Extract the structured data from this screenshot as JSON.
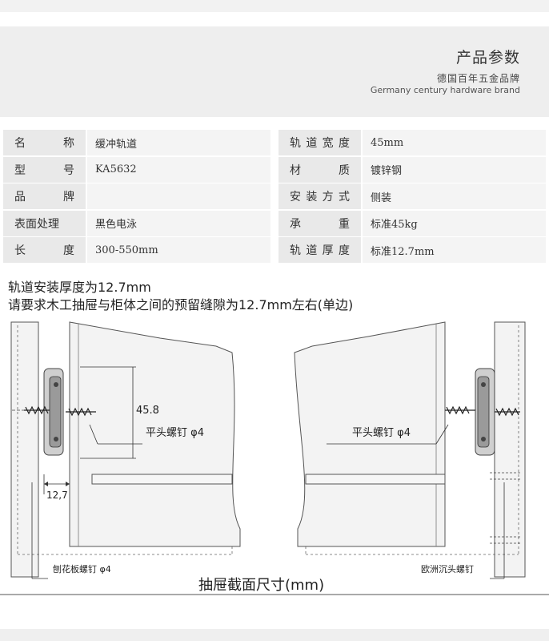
{
  "header": {
    "title": "产品参数",
    "subtitle": "德国百年五金品牌",
    "english": "Germany century hardware brand"
  },
  "specs_left": [
    {
      "key": [
        "名",
        "称"
      ],
      "value": "缓冲轨道"
    },
    {
      "key": [
        "型",
        "号"
      ],
      "value": "KA5632"
    },
    {
      "key": [
        "品",
        "牌"
      ],
      "value": ""
    },
    {
      "key": [
        "表面处理"
      ],
      "value": "黑色电泳"
    },
    {
      "key": [
        "长",
        "度"
      ],
      "value": "300-550mm"
    }
  ],
  "specs_right": [
    {
      "key": [
        "轨",
        "道",
        "宽",
        "度"
      ],
      "value": "45mm"
    },
    {
      "key": [
        "材",
        "质"
      ],
      "value": "镀锌钢"
    },
    {
      "key": [
        "安",
        "装",
        "方",
        "式"
      ],
      "value": "侧装"
    },
    {
      "key": [
        "承",
        "重"
      ],
      "value": "标准45kg"
    },
    {
      "key": [
        "轨",
        "道",
        "厚",
        "度"
      ],
      "value": "标准12.7mm"
    }
  ],
  "notes": {
    "line1": "轨道安装厚度为12.7mm",
    "line2": "请要求木工抽屉与柜体之间的预留缝隙为12.7mm左右(单边)"
  },
  "diagram": {
    "height_label": "45.8",
    "gap_label": "12,7",
    "left_screw_label": "平头螺钉 φ4",
    "right_screw_label": "平头螺钉 φ4",
    "bottom_left_label": "刨花板螺钉 φ4",
    "bottom_right_label": "欧洲沉头螺钉",
    "caption": "抽屉截面尺寸(mm)"
  }
}
